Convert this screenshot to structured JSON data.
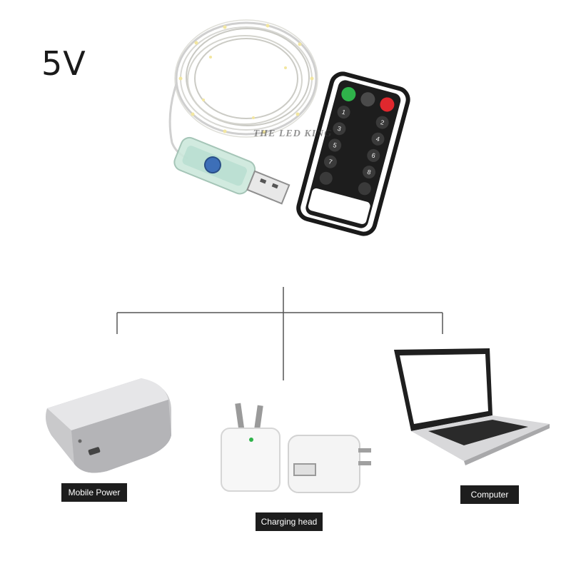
{
  "header": {
    "voltage": "5V"
  },
  "watermark": {
    "text": "THE LED KING"
  },
  "power_sources": {
    "mobile": {
      "label": "Mobile Power",
      "icon": "power-bank-icon"
    },
    "charging": {
      "label": "Charging head",
      "icon": "usb-wall-charger-icon"
    },
    "computer": {
      "label": "Computer",
      "icon": "laptop-icon"
    }
  },
  "product": {
    "items": [
      "copper-wire-led-string-icon",
      "usb-controller-icon",
      "remote-control-icon"
    ]
  },
  "colors": {
    "label_bg": "#1d1d1d",
    "label_text": "#ffffff",
    "line": "#555555",
    "remote_green": "#2fb34a",
    "remote_red": "#e0282e"
  }
}
